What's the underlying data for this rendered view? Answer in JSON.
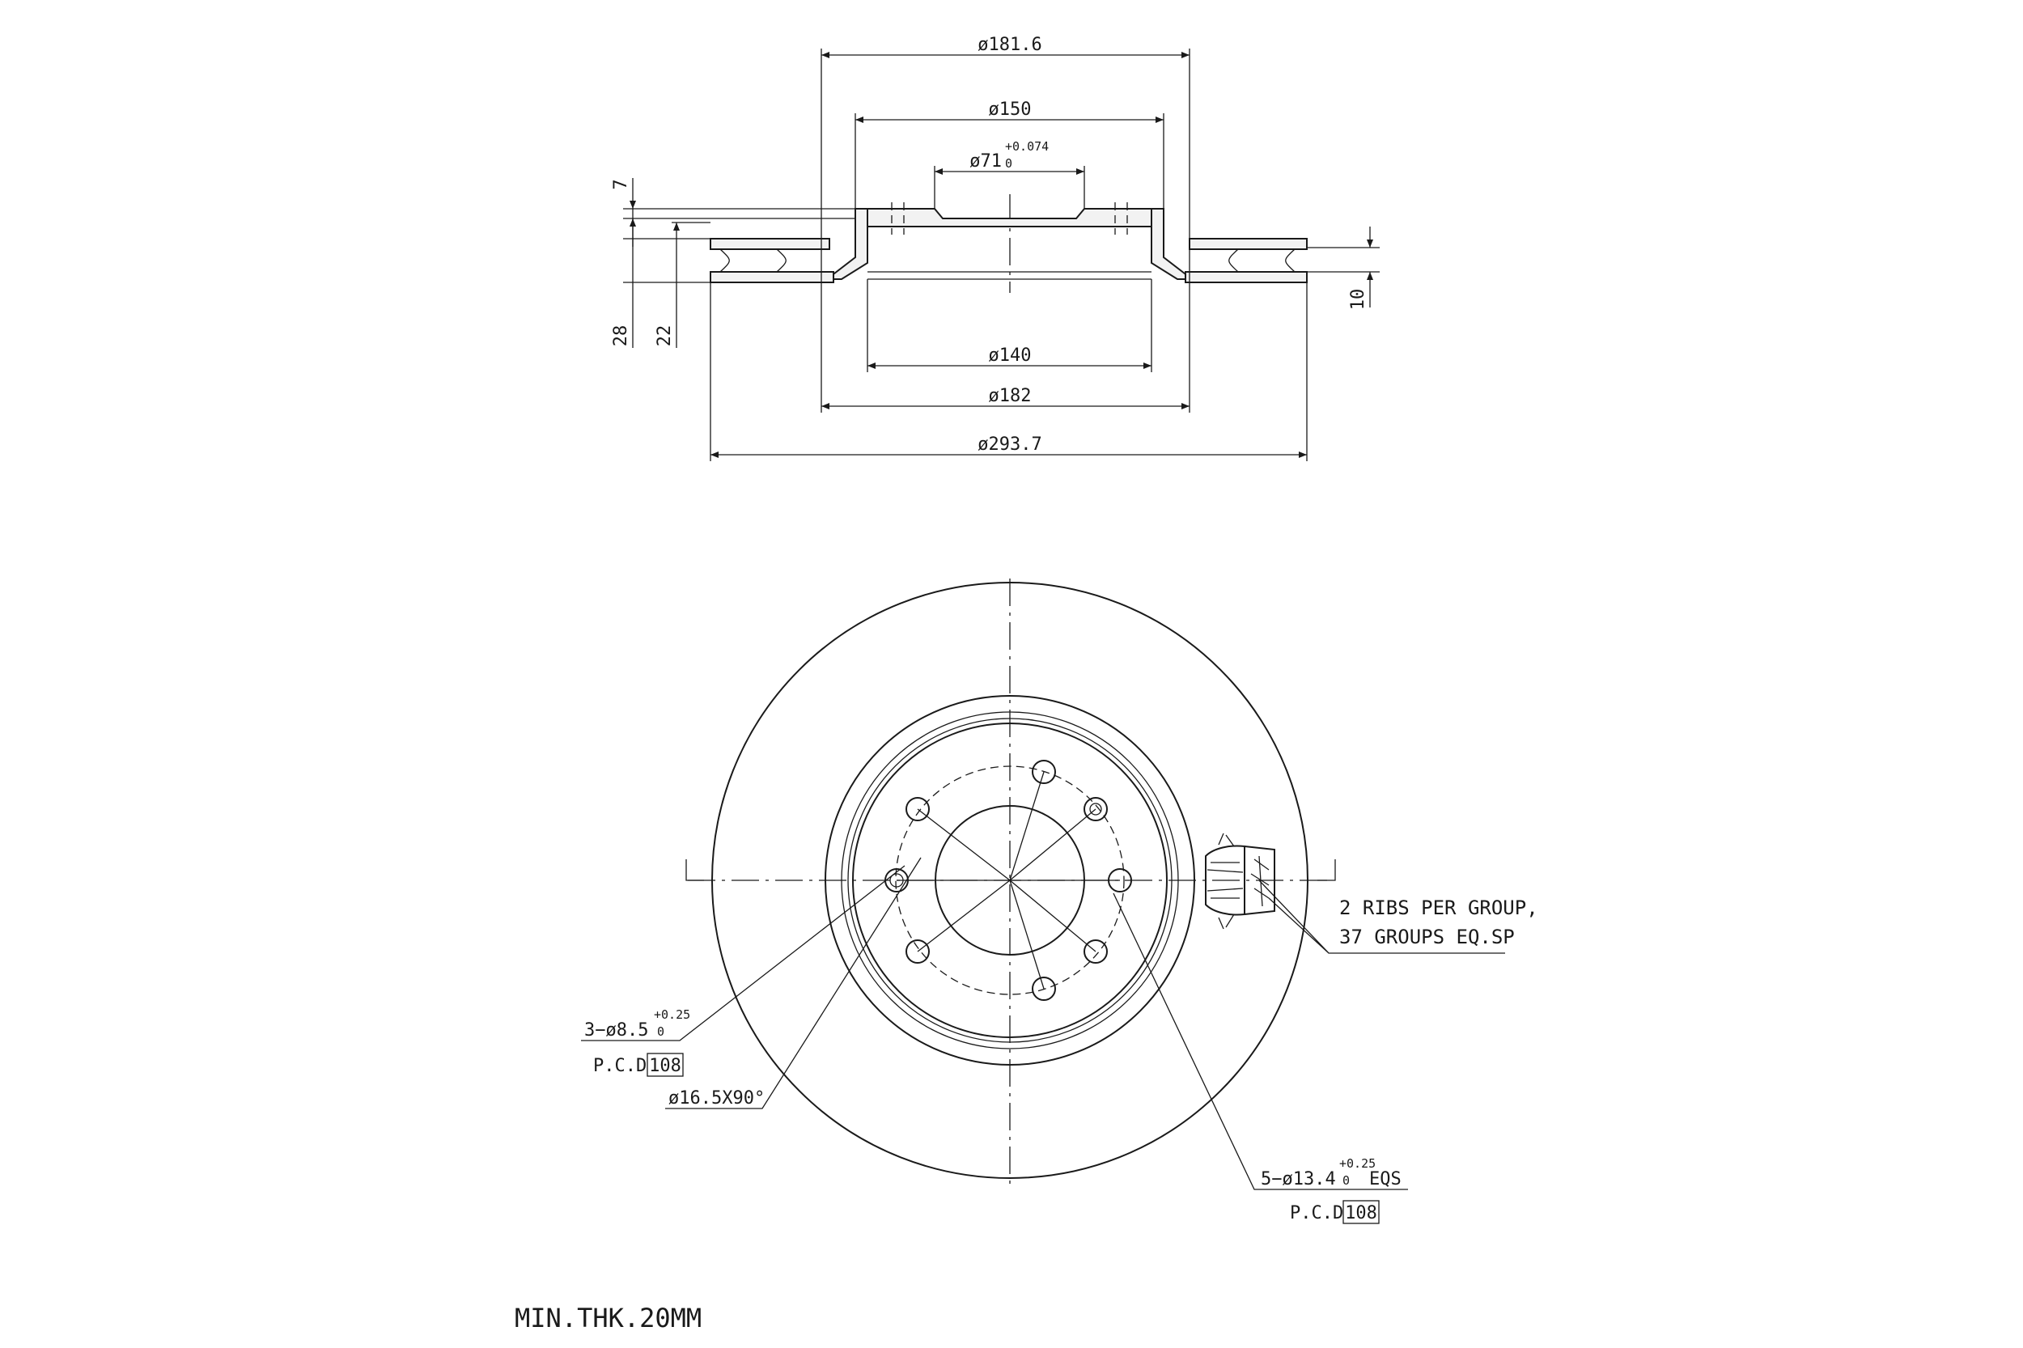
{
  "side_view": {
    "dims": {
      "d_181_6": "ø181.6",
      "d_150": "ø150",
      "d_71": "ø71",
      "d_71_tol_upper": "+0.074",
      "d_71_tol_lower": "0",
      "d_140": "ø140",
      "d_182": "ø182",
      "d_293_7": "ø293.7",
      "h_7": "7",
      "h_28": "28",
      "h_22": "22",
      "h_10": "10"
    }
  },
  "front_view": {
    "callouts": {
      "holes_3": "3−ø8.5",
      "holes_3_tol_upper": "+0.25",
      "holes_3_tol_lower": "0",
      "pcd_label_1": "P.C.D",
      "pcd_value_1": "108",
      "chamfer": "ø16.5X90°",
      "holes_5": "5−ø13.4",
      "holes_5_tol_upper": "+0.25",
      "holes_5_tol_lower": "0",
      "holes_5_suffix": "EQS",
      "pcd_label_2": "P.C.D",
      "pcd_value_2": "108",
      "ribs_line1": "2 RIBS PER GROUP,",
      "ribs_line2": "37 GROUPS EQ.SP"
    }
  },
  "notes": {
    "min_thickness": "MIN.THK.20MM"
  }
}
